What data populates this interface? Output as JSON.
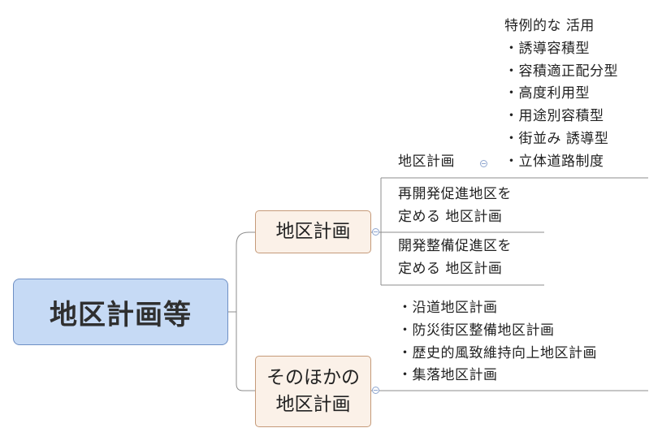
{
  "root": {
    "label": "地区計画等"
  },
  "branch_district": {
    "label": "地区計画",
    "child_label": "地区計画",
    "special_uses_title": "特例的な 活用",
    "special_uses": [
      "・誘導容積型",
      "・容積適正配分型",
      "・高度利用型",
      "・用途別容積型",
      "・街並み 誘導型",
      "・立体道路制度"
    ],
    "redevelopment": [
      "再開発促進地区を",
      "定める 地区計画"
    ],
    "development": [
      "開発整備促進区を",
      "定める 地区計画"
    ]
  },
  "branch_other": {
    "label_lines": [
      "そのほかの",
      "地区計画"
    ],
    "items": [
      "・沿道地区計画",
      "・防災街区整備地区計画",
      "・歴史的風致維持向上地区計画",
      "・集落地区計画"
    ]
  },
  "colors": {
    "root_fill": "#c6daf5",
    "root_border": "#6e8fc4",
    "branch_fill": "#fbf1e8",
    "branch_border": "#c59a79",
    "connector": "#8c8c8c"
  }
}
